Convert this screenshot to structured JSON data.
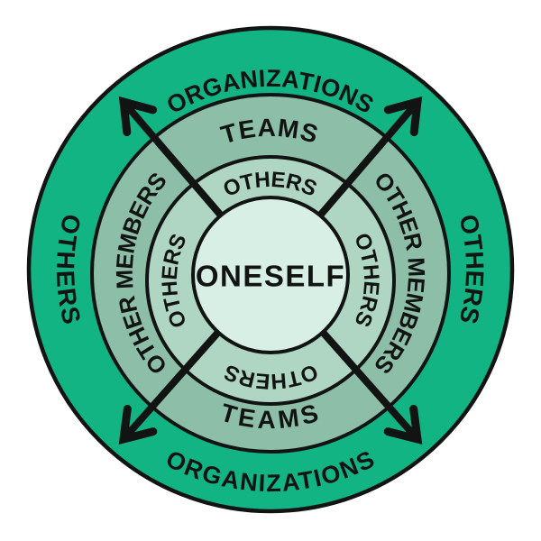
{
  "diagram": {
    "type": "concentric-circle-relationship-diagram",
    "background": "#FFFFFF",
    "line_color": "#121413",
    "center": {
      "label": "ONESELF",
      "fill": "#D8EFE5"
    },
    "rings": [
      {
        "id": "inner",
        "color": "#AFD6C3",
        "labels": {
          "top": "OTHERS",
          "right": "OTHERS",
          "bottom": "OTHERS",
          "left": "OTHERS"
        }
      },
      {
        "id": "middle",
        "color": "#8CBEA8",
        "labels": {
          "top": "TEAMS",
          "right": "OTHER MEMBERS",
          "bottom": "TEAMS",
          "left": "OTHER MEMBERS"
        }
      },
      {
        "id": "outer",
        "color": "#12B483",
        "labels": {
          "top": "ORGANIZATIONS",
          "right": "OTHERS",
          "bottom": "ORGANIZATIONS",
          "left": "OTHERS"
        }
      }
    ],
    "arrows": {
      "color": "#121413",
      "directions": [
        "up-left",
        "up-right",
        "down-left",
        "down-right"
      ]
    }
  }
}
